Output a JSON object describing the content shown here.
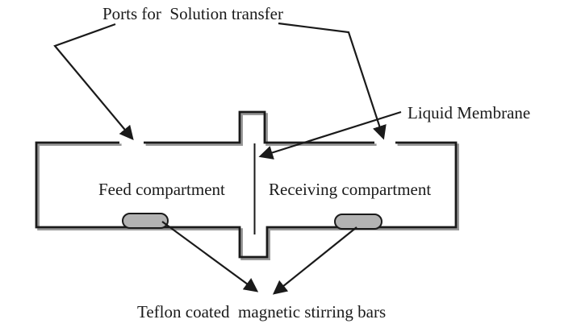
{
  "diagram": {
    "type": "schematic",
    "subject": "two-compartment liquid membrane transport cell",
    "labels": {
      "ports": "Ports for  Solution transfer",
      "liquid_membrane": "Liquid Membrane",
      "feed_compartment": "Feed compartment",
      "receiving_compartment": "Receiving compartment",
      "stir_bars": "Teflon coated  magnetic stirring bars"
    },
    "colors": {
      "background": "#ffffff",
      "line": "#1a1a1a",
      "wall_shadow": "#999999",
      "stir_bar_fill": "#b3b3b3"
    },
    "parts": [
      "vessel with top filling neck and bottom drain notch",
      "left port opening in top wall",
      "right port opening in top wall",
      "vertical liquid membrane at cell center",
      "left magnetic stirring bar",
      "right magnetic stirring bar"
    ]
  }
}
